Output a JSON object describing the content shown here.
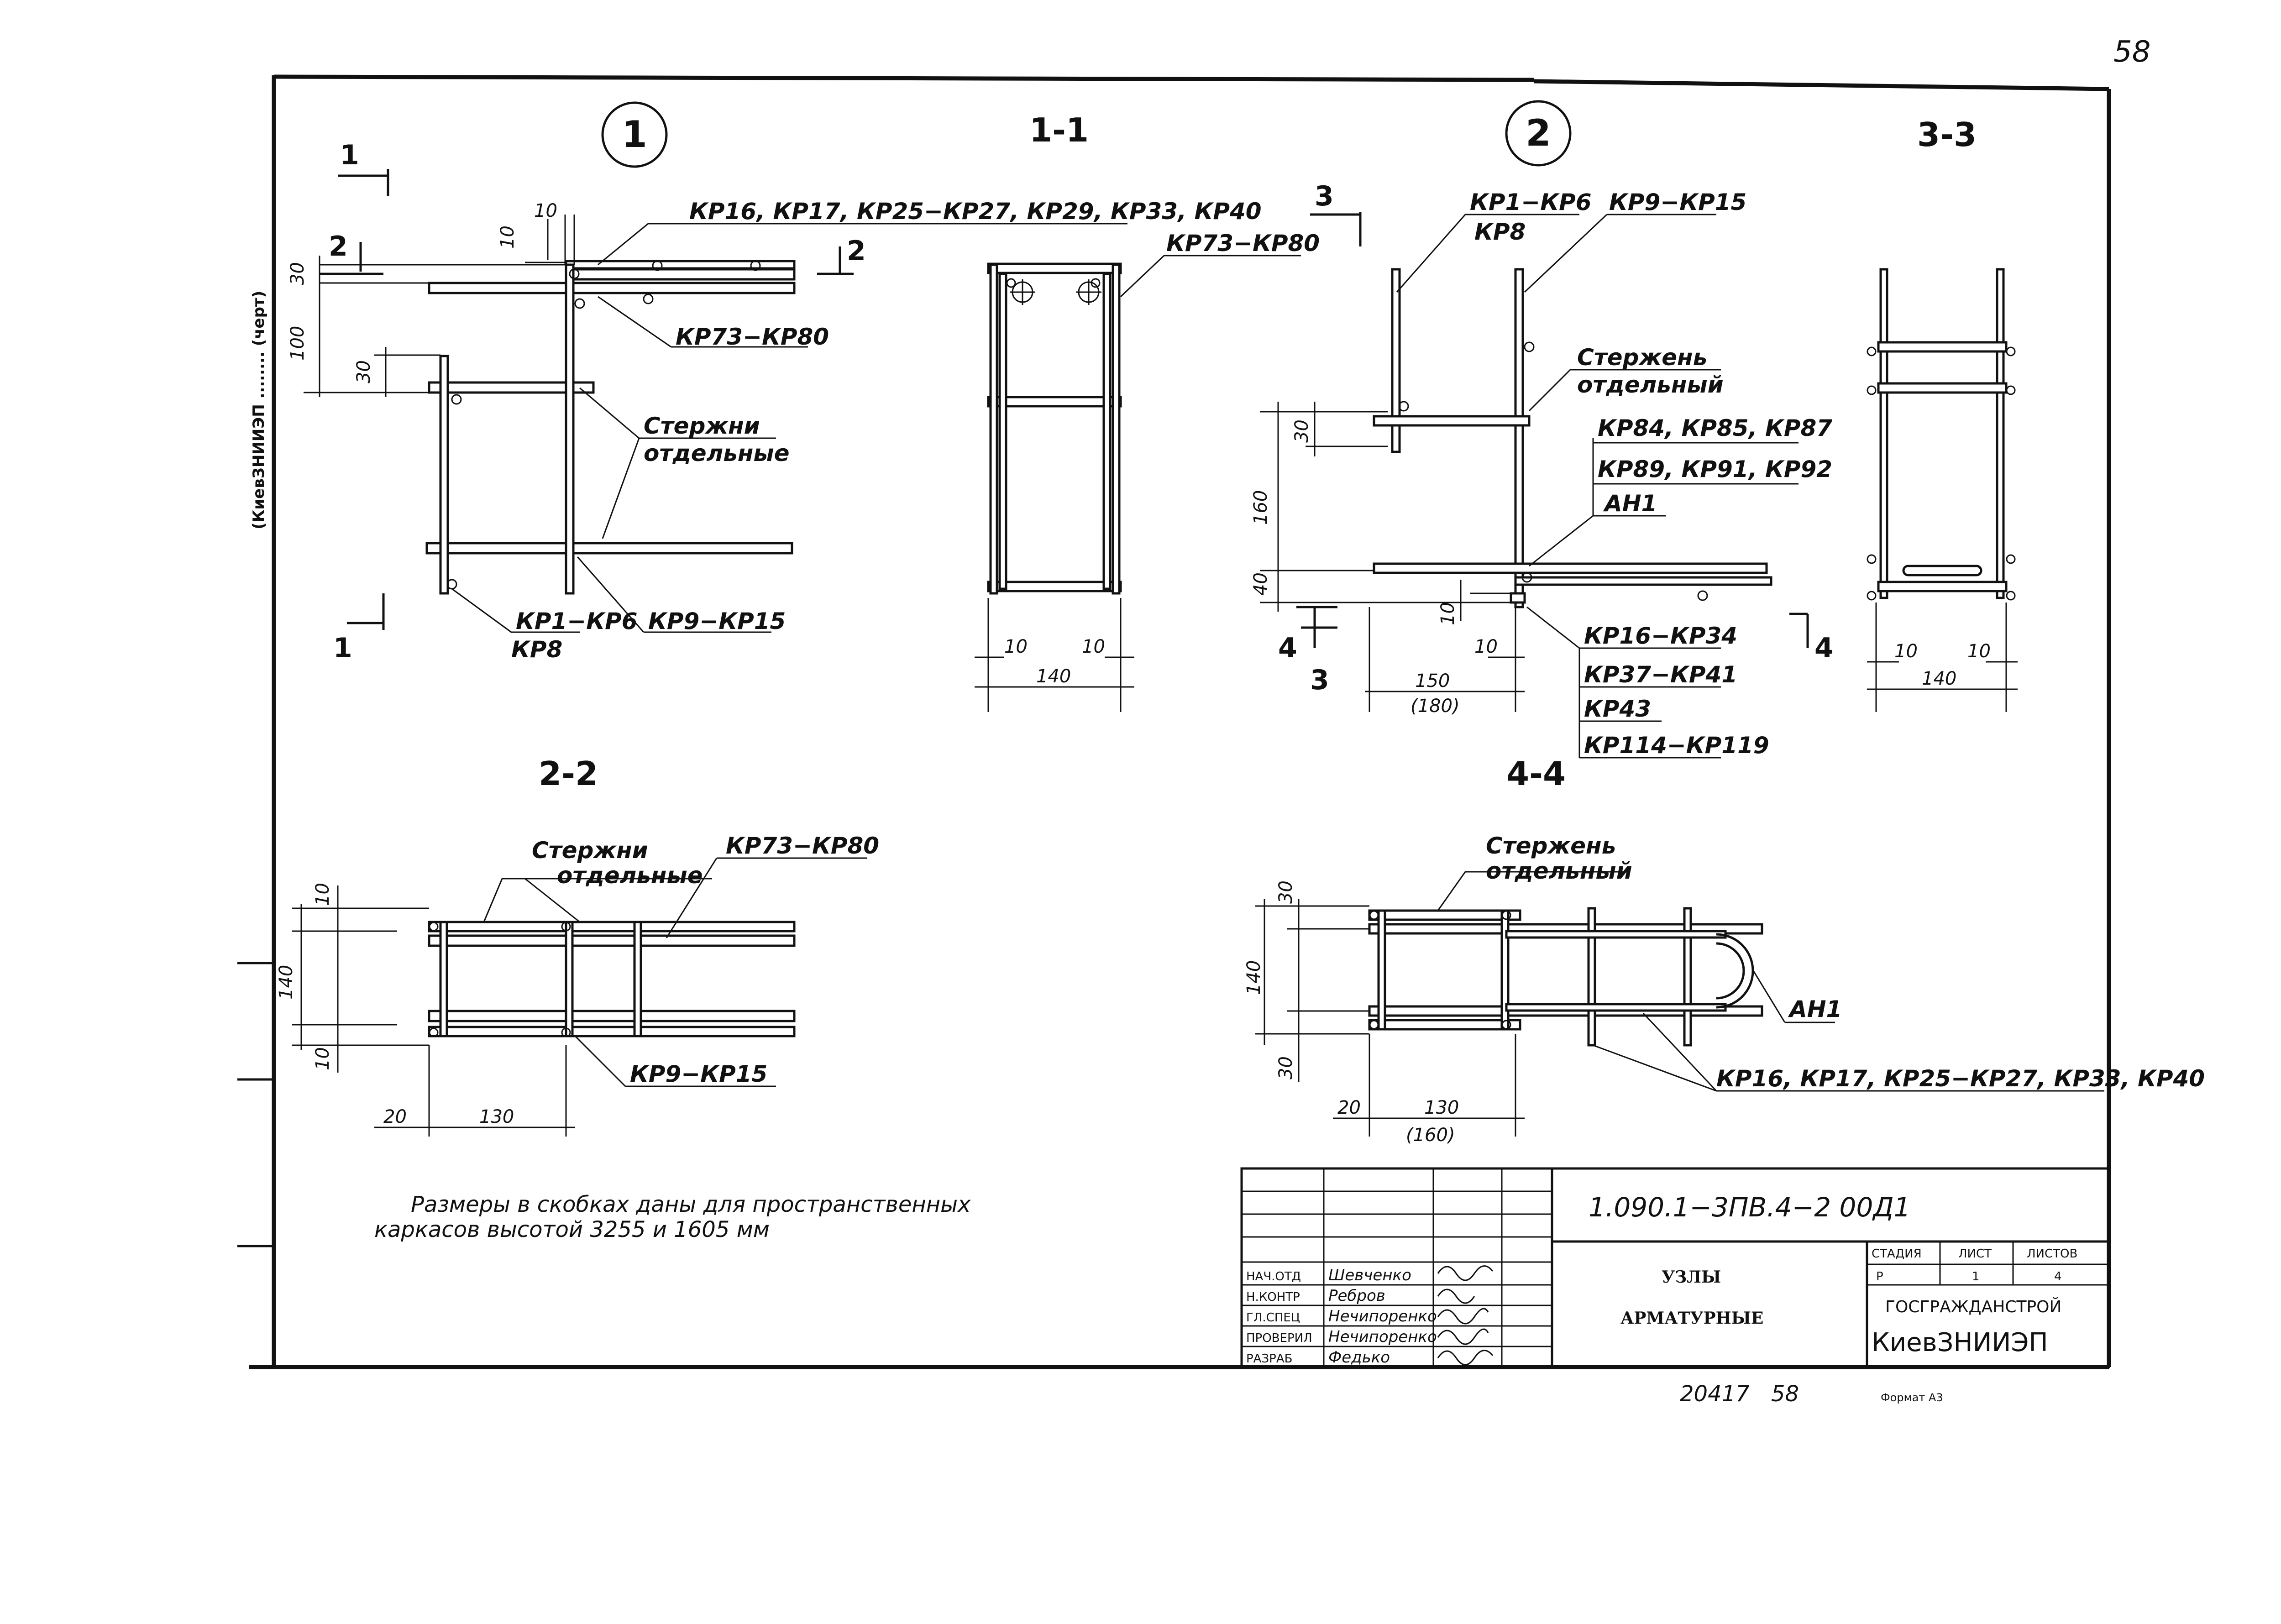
{
  "page_number": "58",
  "side_stamp": "(КиевЗНИИЭП ........ (черт)",
  "nodes": [
    {
      "number": "1"
    },
    {
      "number": "2"
    }
  ],
  "sections": {
    "s11": "1-1",
    "s22": "2-2",
    "s33": "3-3",
    "s44": "4-4"
  },
  "cut_marks": {
    "one": "1",
    "two": "2",
    "three": "3",
    "four": "4"
  },
  "labels": {
    "kp16_40": "КР16, КР17, КР25−КР27, КР29, КР33, КР40",
    "kp73_80": "КР73−КР80",
    "kp73_80b": "КР73−КР80",
    "kp73_80c": "КР73−КР80",
    "sterzhni1": "Стержни",
    "otdelnye1": "отдельные",
    "kp1_6": "КР1−КР6",
    "kp8": "КР8",
    "kp9_15": "КР9−КР15",
    "kp1_6b": "КР1−КР6",
    "kp8b": "КР8",
    "kp9_15b": "КР9−КР15",
    "sterzhen1": "Стержень",
    "otdelny1": "отдельный",
    "kp84": "КР84, КР85, КР87",
    "kp89": "КР89, КР91, КР92",
    "an1": "АН1",
    "kp16_34": "КР16−КР34",
    "kp37_41": "КР37−КР41",
    "kp43": "КР43",
    "kp114": "КР114−КР119",
    "sterzhni2": "Стержни",
    "otdelnye2": "отдельные",
    "kp9_15c": "КР9−КР15",
    "sterzhen2": "Стержень",
    "otdelny2": "отдельный",
    "an1b": "АН1",
    "kp16_40b": "КР16, КР17, КР25−КР27, КР33, КР40"
  },
  "dimensions": {
    "d10a": "10",
    "d10b": "10",
    "d30a": "30",
    "d100": "100",
    "d30b": "30",
    "d10c": "10",
    "d10d": "10",
    "d140a": "140",
    "d30c": "30",
    "d160": "160",
    "d40": "40",
    "d10e": "10",
    "d10f": "10",
    "d150": "150",
    "d180": "(180)",
    "d10g": "10",
    "d10h": "10",
    "d140b": "140",
    "d10i": "10",
    "d140c": "140",
    "d10j": "10",
    "d20a": "20",
    "d130a": "130",
    "d30d": "30",
    "d140d": "140",
    "d30e": "30",
    "d20b": "20",
    "d130b": "130",
    "d160b": "(160)"
  },
  "note": {
    "line1": "Размеры в скобках даны для пространственных",
    "line2": "каркасов высотой 3255 и 1605 мм"
  },
  "title_block": {
    "doc_code": "1.090.1−3ПВ.4−2  00Д1",
    "title_line1": "УЗЛЫ",
    "title_line2": "АРМАТУРНЫЕ",
    "stage_header": "СТАДИЯ",
    "sheet_header": "ЛИСТ",
    "sheets_header": "ЛИСТОВ",
    "stage": "Р",
    "sheet": "1",
    "sheets": "4",
    "org1": "ГОСГРАЖДАНСТРОЙ",
    "org2": "КиевЗНИИЭП",
    "roles": [
      {
        "role": "НАЧ.ОТД",
        "name": "Шевченко"
      },
      {
        "role": "Н.КОНТР",
        "name": "Ребров"
      },
      {
        "role": "ГЛ.СПЕЦ",
        "name": "Нечипоренко"
      },
      {
        "role": "ПРОВЕРИЛ",
        "name": "Нечипоренко"
      },
      {
        "role": "РАЗРАБ",
        "name": "Федько"
      }
    ]
  },
  "bottom": {
    "inv": "20417",
    "inv_page": "58",
    "format": "Формат А3"
  }
}
